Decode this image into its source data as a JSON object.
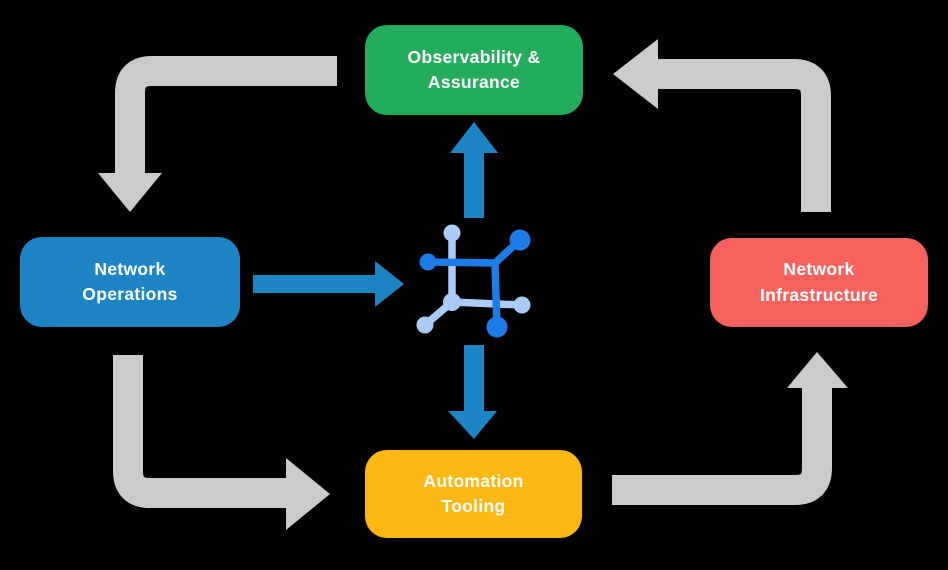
{
  "diagram": {
    "background_color": "#000000",
    "nodes": [
      {
        "id": "observability",
        "line1": "Observability &",
        "line2": "Assurance",
        "color": "#23AC5C"
      },
      {
        "id": "operations",
        "line1": "Network",
        "line2": "Operations",
        "color": "#1E85C5"
      },
      {
        "id": "infrastructure",
        "line1": "Network",
        "line2": "Infrastructure",
        "color": "#F6635F"
      },
      {
        "id": "automation",
        "line1": "Automation",
        "line2": "Tooling",
        "color": "#FDB813"
      }
    ],
    "arrows": [
      {
        "name": "observability-to-operations",
        "style": "gray-elbow",
        "color": "#CBCBCB",
        "direction": "down"
      },
      {
        "name": "infrastructure-to-observability",
        "style": "gray-elbow",
        "color": "#CBCBCB",
        "direction": "left"
      },
      {
        "name": "operations-to-automation",
        "style": "gray-elbow",
        "color": "#CBCBCB",
        "direction": "right"
      },
      {
        "name": "automation-to-infrastructure",
        "style": "gray-elbow",
        "color": "#CBCBCB",
        "direction": "up"
      },
      {
        "name": "operations-to-center",
        "style": "blue-straight",
        "color": "#1E85C5",
        "direction": "right"
      },
      {
        "name": "center-to-observability",
        "style": "blue-straight",
        "color": "#1E85C5",
        "direction": "up"
      },
      {
        "name": "center-to-automation",
        "style": "blue-straight",
        "color": "#1E85C5",
        "direction": "down"
      }
    ],
    "center_icon": {
      "name": "network-mesh-icon",
      "dark_color": "#1C7CE8",
      "light_color": "#A9CBF6"
    },
    "text_color": "#FFFFFF"
  }
}
